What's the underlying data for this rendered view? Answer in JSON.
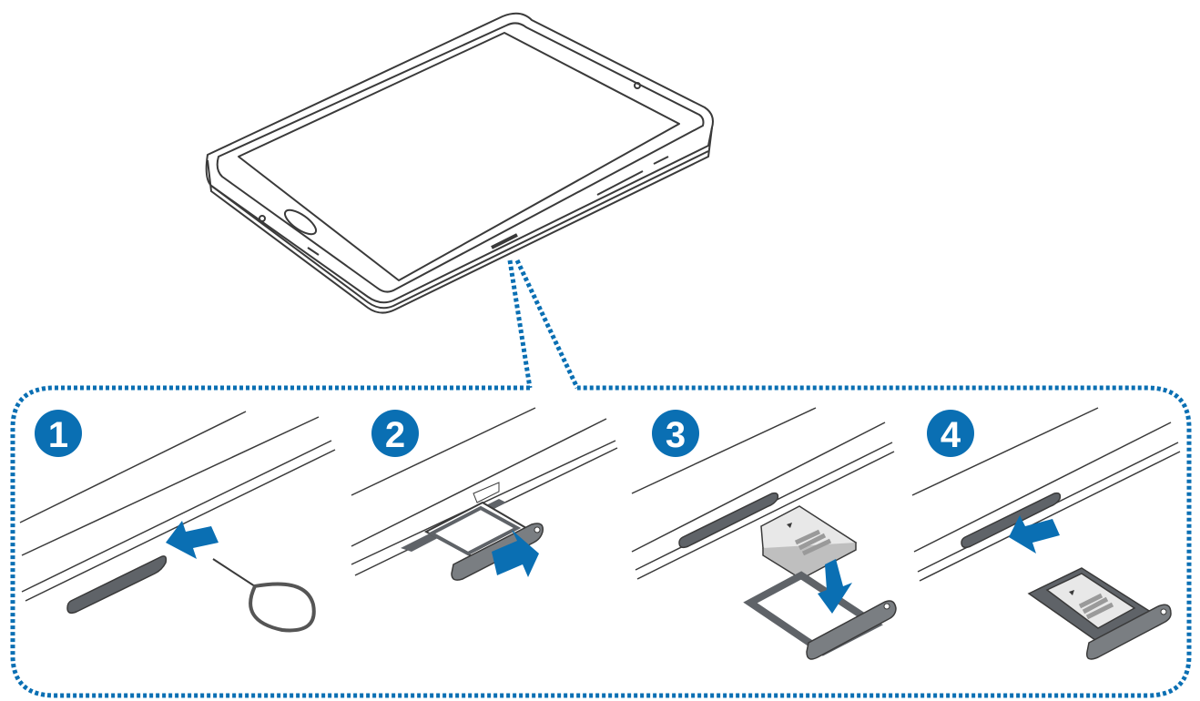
{
  "steps": [
    {
      "number": "1",
      "action": "insert-pin"
    },
    {
      "number": "2",
      "action": "pull-tray-out"
    },
    {
      "number": "3",
      "action": "place-card"
    },
    {
      "number": "4",
      "action": "insert-tray"
    }
  ],
  "colors": {
    "accent": "#0a6fb3",
    "line": "#3a3a3a",
    "tray": "#666a6e",
    "card": "#e8e8e8",
    "card_text": "#9a9a9a"
  },
  "icons": [
    "tablet-illustration",
    "ejection-pin-icon",
    "sim-tray-icon",
    "memory-card-icon",
    "arrow-icon"
  ]
}
